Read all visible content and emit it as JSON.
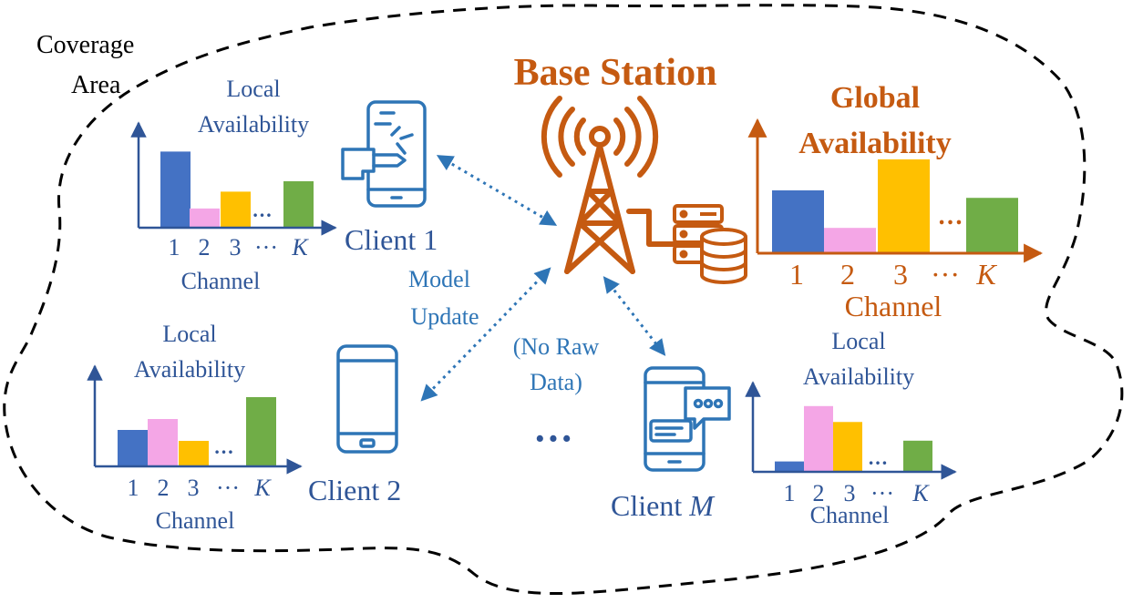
{
  "colors": {
    "client_blue": "#2f5597",
    "station_orange": "#c55a11",
    "link_blue": "#2e75b6",
    "bar_blue": "#4472c4",
    "bar_pink": "#f4a6e6",
    "bar_yellow": "#ffc000",
    "bar_green": "#70ad47",
    "boundary": "#000000"
  },
  "coverage_label": [
    "Coverage",
    "Area"
  ],
  "base_station": {
    "title": "Base Station",
    "icon": "cell-tower-icon",
    "server_icon": "server-database-icon"
  },
  "global_chart": {
    "title": [
      "Global",
      "Availability"
    ],
    "tick_labels": [
      "1",
      "2",
      "3",
      "···",
      "K"
    ],
    "xlabel": "Channel"
  },
  "clients": [
    {
      "id": "client-1",
      "label_prefix": "Client ",
      "label_index": "1",
      "icon": "phone-touch-icon",
      "chart_title": [
        "Local",
        "Availability"
      ],
      "tick_labels": [
        "1",
        "2",
        "3",
        "···",
        "K"
      ],
      "xlabel": "Channel"
    },
    {
      "id": "client-2",
      "label_prefix": "Client ",
      "label_index": "2",
      "icon": "smartphone-icon",
      "chart_title": [
        "Local",
        "Availability"
      ],
      "tick_labels": [
        "1",
        "2",
        "3",
        "···",
        "K"
      ],
      "xlabel": "Channel"
    },
    {
      "id": "client-m",
      "label_prefix": "Client ",
      "label_index": "M",
      "icon": "phone-chat-icon",
      "chart_title": [
        "Local",
        "Availability"
      ],
      "tick_labels": [
        "1",
        "2",
        "3",
        "···",
        "K"
      ],
      "xlabel": "Channel"
    }
  ],
  "model_update_label": [
    "Model",
    "Update"
  ],
  "no_raw_data_label": [
    "(No Raw",
    "Data)"
  ],
  "clients_ellipsis": "···",
  "bars_ellipsis": "…",
  "chart_data": [
    {
      "type": "bar",
      "name": "client-1-local",
      "categories": [
        "1",
        "2",
        "3",
        "···",
        "K"
      ],
      "values": [
        0.95,
        0.24,
        0.45,
        null,
        0.58
      ],
      "colors": [
        "#4472c4",
        "#f4a6e6",
        "#ffc000",
        null,
        "#70ad47"
      ]
    },
    {
      "type": "bar",
      "name": "client-2-local",
      "categories": [
        "1",
        "2",
        "3",
        "···",
        "K"
      ],
      "values": [
        0.5,
        0.65,
        0.35,
        null,
        0.95
      ],
      "colors": [
        "#4472c4",
        "#f4a6e6",
        "#ffc000",
        null,
        "#70ad47"
      ]
    },
    {
      "type": "bar",
      "name": "client-m-local",
      "categories": [
        "1",
        "2",
        "3",
        "···",
        "K"
      ],
      "values": [
        0.15,
        0.95,
        0.72,
        null,
        0.45
      ],
      "colors": [
        "#4472c4",
        "#f4a6e6",
        "#ffc000",
        null,
        "#70ad47"
      ]
    },
    {
      "type": "bar",
      "name": "global",
      "categories": [
        "1",
        "2",
        "3",
        "···",
        "K"
      ],
      "values": [
        0.67,
        0.27,
        1.0,
        null,
        0.59
      ],
      "colors": [
        "#4472c4",
        "#f4a6e6",
        "#ffc000",
        null,
        "#70ad47"
      ]
    }
  ]
}
